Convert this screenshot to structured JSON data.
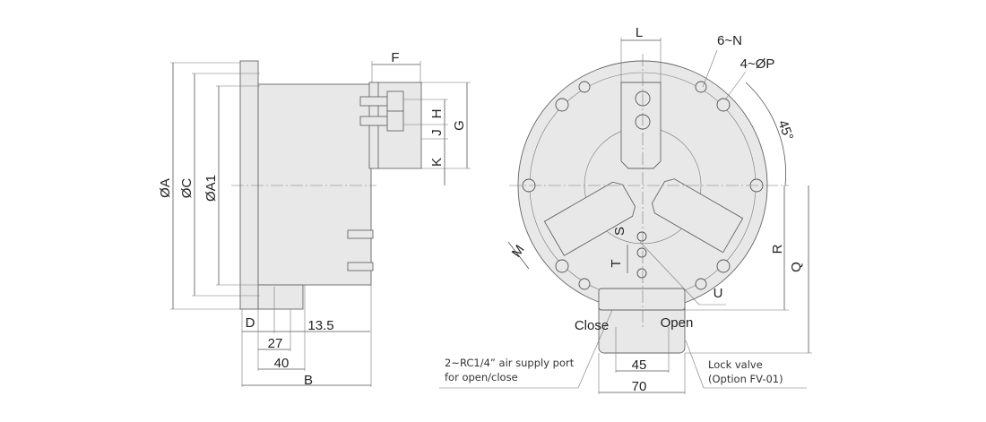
{
  "side_view": {
    "dims": {
      "dia_a": "ØA",
      "dia_c": "ØC",
      "dia_a1": "ØA1",
      "f": "F",
      "h": "H",
      "j": "J",
      "k": "K",
      "g": "G",
      "d": "D",
      "d135": "13.5",
      "d27": "27",
      "d40": "40",
      "b": "B"
    }
  },
  "front_view": {
    "dims": {
      "l": "L",
      "n": "6~N",
      "p": "4~ØP",
      "angle": "45°",
      "s": "S",
      "t": "T",
      "m": "M",
      "u": "U",
      "r": "R",
      "q": "Q",
      "d45": "45",
      "d70": "70"
    },
    "port_labels": {
      "close": "Close",
      "open": "Open"
    },
    "notes": {
      "air_line1": "2~RC1/4” air supply port",
      "air_line2": "for open/close",
      "lock_line1": "Lock valve",
      "lock_line2": "(Option FV-01)"
    }
  }
}
